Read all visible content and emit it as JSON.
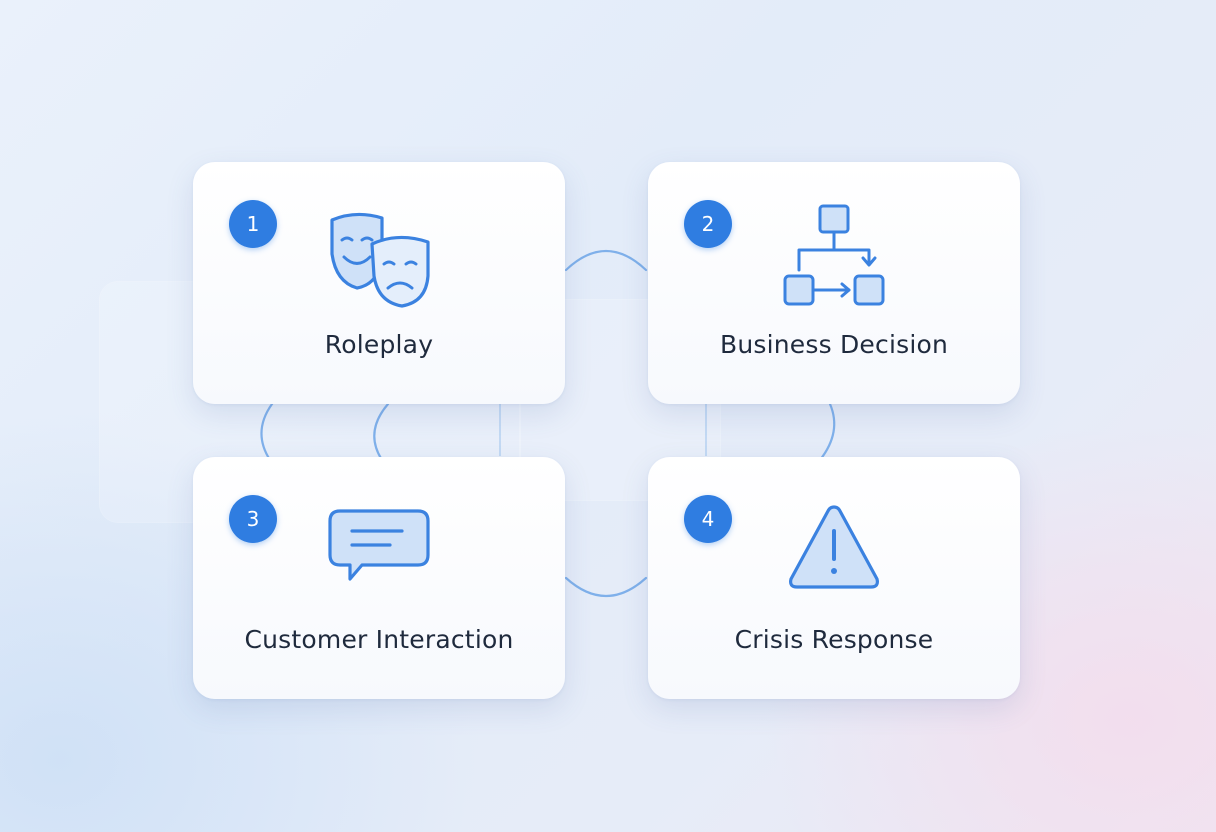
{
  "cards": [
    {
      "number": "1",
      "label": "Roleplay",
      "icon": "theater-masks-icon"
    },
    {
      "number": "2",
      "label": "Business Decision",
      "icon": "flowchart-icon"
    },
    {
      "number": "3",
      "label": "Customer Interaction",
      "icon": "chat-bubble-icon"
    },
    {
      "number": "4",
      "label": "Crisis Response",
      "icon": "warning-triangle-icon"
    }
  ],
  "colors": {
    "accent": "#2f7de1",
    "icon_stroke": "#3b82e0",
    "icon_fill": "#cfe1f8",
    "connector": "#7fb0ea",
    "text": "#1f2a3d"
  }
}
